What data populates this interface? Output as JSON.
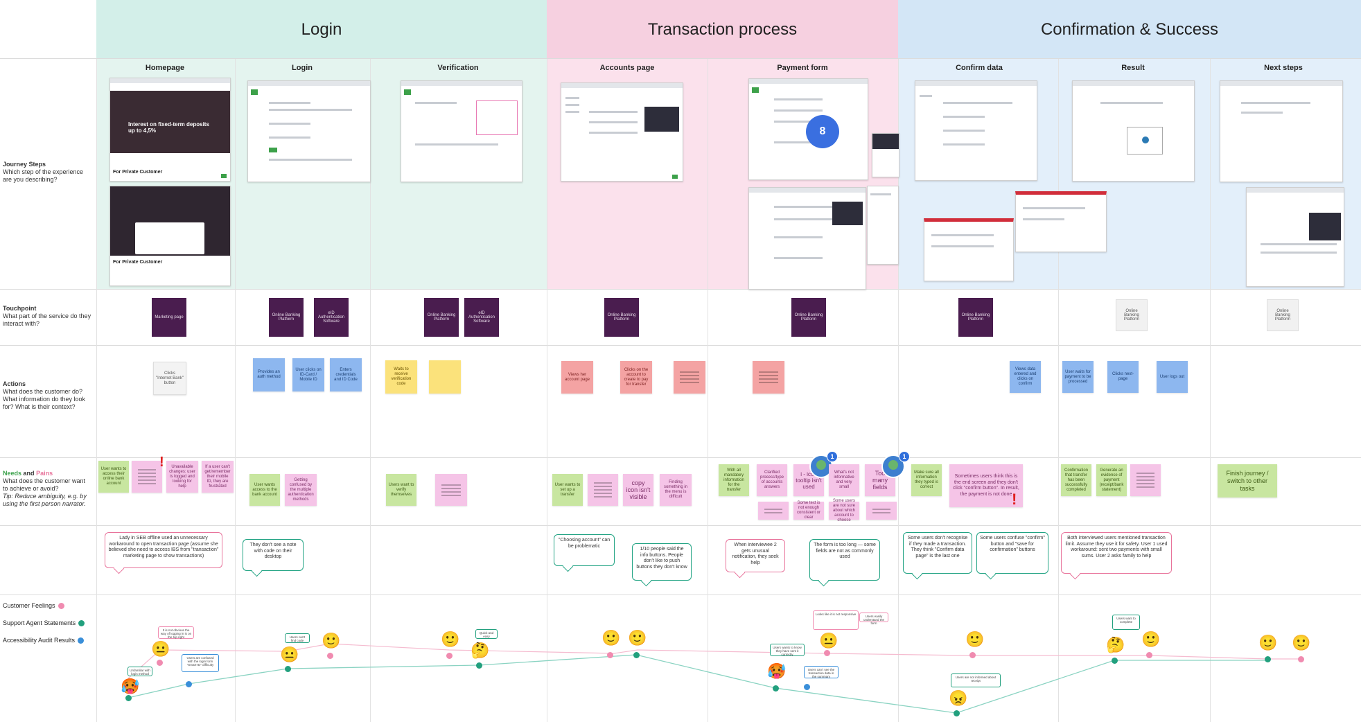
{
  "phases": [
    "Login",
    "Transaction process",
    "Confirmation & Success"
  ],
  "steps": [
    "Homepage",
    "Login",
    "Verification",
    "Accounts page",
    "Payment form",
    "Confirm data",
    "Result",
    "Next steps"
  ],
  "screenshot_texts": {
    "promo_heading": "Interest on fixed-term deposits up to 4,5%",
    "promo_caption": "For Private Customer",
    "promo_caption_2": "For Private Customer",
    "marker_number": "8"
  },
  "rows": {
    "journey": {
      "title": "Journey Steps",
      "desc": "Which step of the experience are you describing?"
    },
    "touchpoint": {
      "title": "Touchpoint",
      "desc": "What part of the service do they interact with?"
    },
    "actions": {
      "title": "Actions",
      "desc": "What does the customer do? What information do they look for? What is their context?"
    },
    "needs": {
      "title_a": "Needs",
      "title_and": "and",
      "title_b": "Pains",
      "desc": "What does the customer want to achieve or avoid?",
      "tip": "Tip: Reduce ambiguity, e.g. by using the first person narrator."
    }
  },
  "touchpoints": [
    "Marketing page",
    "Online Banking Platform",
    "eID Authentication Software",
    "Online Banking Platform",
    "eID Authentication Software",
    "Online Banking Platform",
    "Online Banking Platform",
    "Online Banking Platform",
    "Online Banking Platform",
    "Online Banking Platform"
  ],
  "actions": [
    "Clicks \"Internet Bank\" button",
    "Provides an auth method",
    "User clicks on ID-Card / Mobile ID",
    "Enters credentials and ID Code",
    "Waits to receive verification code",
    "Views her account page",
    "Clicks on the account to create to pay for transfer",
    "Views data entered and clicks on confirm",
    "User waits for payment to be processed",
    "Clicks next-page",
    "User logs out"
  ],
  "needs": [
    "User wants to access their online bank account",
    "Unavailable changes: user is logged and looking for help",
    "If a user can't get/remember their mobile ID, they are frustrated",
    "User wants access to the bank account",
    "Getting confused by the multiple authentication methods",
    "Users want to verify themselves",
    "User wants to set up a transfer",
    "copy icon isn't visible",
    "Finding something in the menu is difficult",
    "With all mandatory information for the transfer",
    "Clarified process/type of accounts answers",
    "i - icon tooltip isn't used",
    "What's not informative and very small",
    "Too many fields",
    "Make sure all information they typed is correct",
    "Sometimes users think this is the end screen and they don't click \"confirm button\". In result, the payment is not done",
    "Confirmation that transfer has been successfully completed",
    "Generate an evidence of payment (receipt/bank statement)",
    "Finish journey / switch to other tasks",
    "Some text is not enough consistent or clear",
    "Some users are not sure about which account to choose"
  ],
  "bubbles": [
    "Lady in SEB offline used an unnecessary workaround to open transaction page (assume she believed she need to access IBS from \"transaction\" marketing page to show transactions)",
    "They don't see a note with code on their desktop",
    "\"Choosing account\" can be problematic",
    "1/10 people said the info buttons. People don't like to push buttons they don't know",
    "When interviewee 2 gets unusual notification, they seek help",
    "The form is too long — some fields are not as commonly used",
    "Some users don't recognise if they made a transaction. They think \"Confirm data page\" is the last one",
    "Some users confuse \"confirm\" button and \"save for confirmation\" buttons",
    "Both interviewed users mentioned transaction limit. Assume they use it for safety. User 1 used workaround: sent two payments with small sums. User 2 asks family to help"
  ],
  "legend": [
    "Customer Feelings",
    "Support Agent Statements",
    "Accessibility Audit Results"
  ],
  "feelings_notes": [
    "Unfamiliar with login method",
    "It is not obvious the way of logging in is on the top right",
    "Users are confused with the login form \"Smart-ID\" difficulty",
    "Users can't find code",
    "Quick and easy",
    "Looks like it is not responsive",
    "Users easily understand the form",
    "Users wants to know they have sent it correctly",
    "Users can't see the transaction data in the summary",
    "Users are not informed about receipt",
    "Users want to complete"
  ],
  "colors": {
    "login_header": "#d3efe9",
    "login_band": "#e4f4ef",
    "transaction_header": "#f6d0e0",
    "transaction_band": "#fbe1ec",
    "confirm_header": "#d3e6f6",
    "confirm_band": "#e3effa",
    "customer_feelings": "#f08bb0",
    "support_agent": "#22a07e",
    "accessibility": "#3a8fd9"
  },
  "icons": [
    "emoji-neutral-face",
    "emoji-smile-face",
    "emoji-thinking-face",
    "emoji-angry-face",
    "avatar-icon",
    "exclamation-icon"
  ]
}
